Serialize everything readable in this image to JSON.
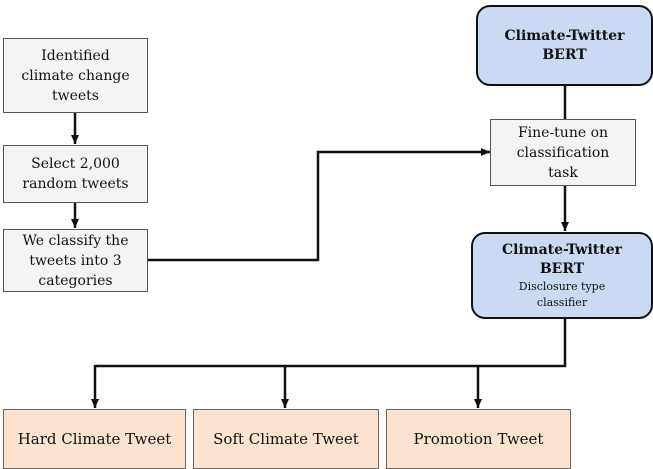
{
  "left_flow": {
    "step1": [
      "Identified",
      "climate change",
      "tweets"
    ],
    "step2": [
      "Select 2,000",
      "random tweets"
    ],
    "step3": [
      "We classify the",
      "tweets into 3",
      "categories"
    ]
  },
  "right_flow": {
    "model_top": [
      "Climate-Twitter",
      "BERT"
    ],
    "finetune": [
      "Fine-tune on",
      "classification",
      "task"
    ],
    "model_bottom": [
      "Climate-Twitter",
      "BERT"
    ],
    "model_bottom_sub": [
      "Disclosure type",
      "classifier"
    ]
  },
  "outputs": [
    "Hard Climate Tweet",
    "Soft Climate Tweet",
    "Promotion Tweet"
  ],
  "colors": {
    "box_gray": "#f4f4f4",
    "box_blue": "#c9daf2",
    "box_peach": "#fbe3cf",
    "line": "#111111"
  }
}
